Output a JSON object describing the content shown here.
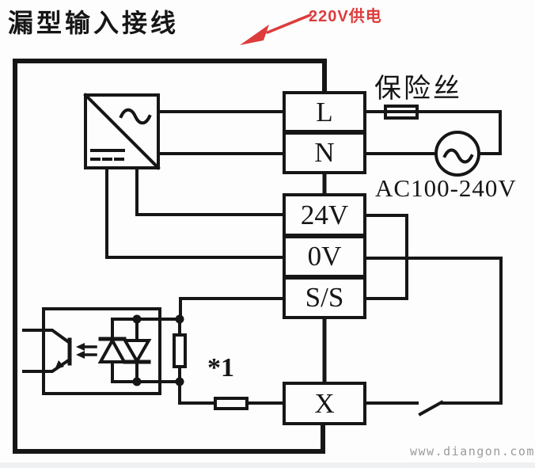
{
  "title": "漏型输入接线",
  "annotation": {
    "text": "220V供电"
  },
  "terminals": [
    "L",
    "N",
    "24V",
    "0V",
    "S/S",
    "X"
  ],
  "labels": {
    "fuse": "保险丝",
    "ac_range": "AC100-240V",
    "note": "*1"
  },
  "watermark": "www.diangon.com",
  "symbols": {
    "converter": "ac-dc-converter",
    "ac_source": "ac-sine-source",
    "fuse": "fuse",
    "optocoupler": "optocoupler-input",
    "switch": "input-contact-switch",
    "wave_glyph": "~"
  },
  "colors": {
    "line": "#161616",
    "red": "#dd3c3c",
    "watermark": "#9b9b9b",
    "strip": "#eef0f2",
    "bg": "#fdfdfd"
  }
}
